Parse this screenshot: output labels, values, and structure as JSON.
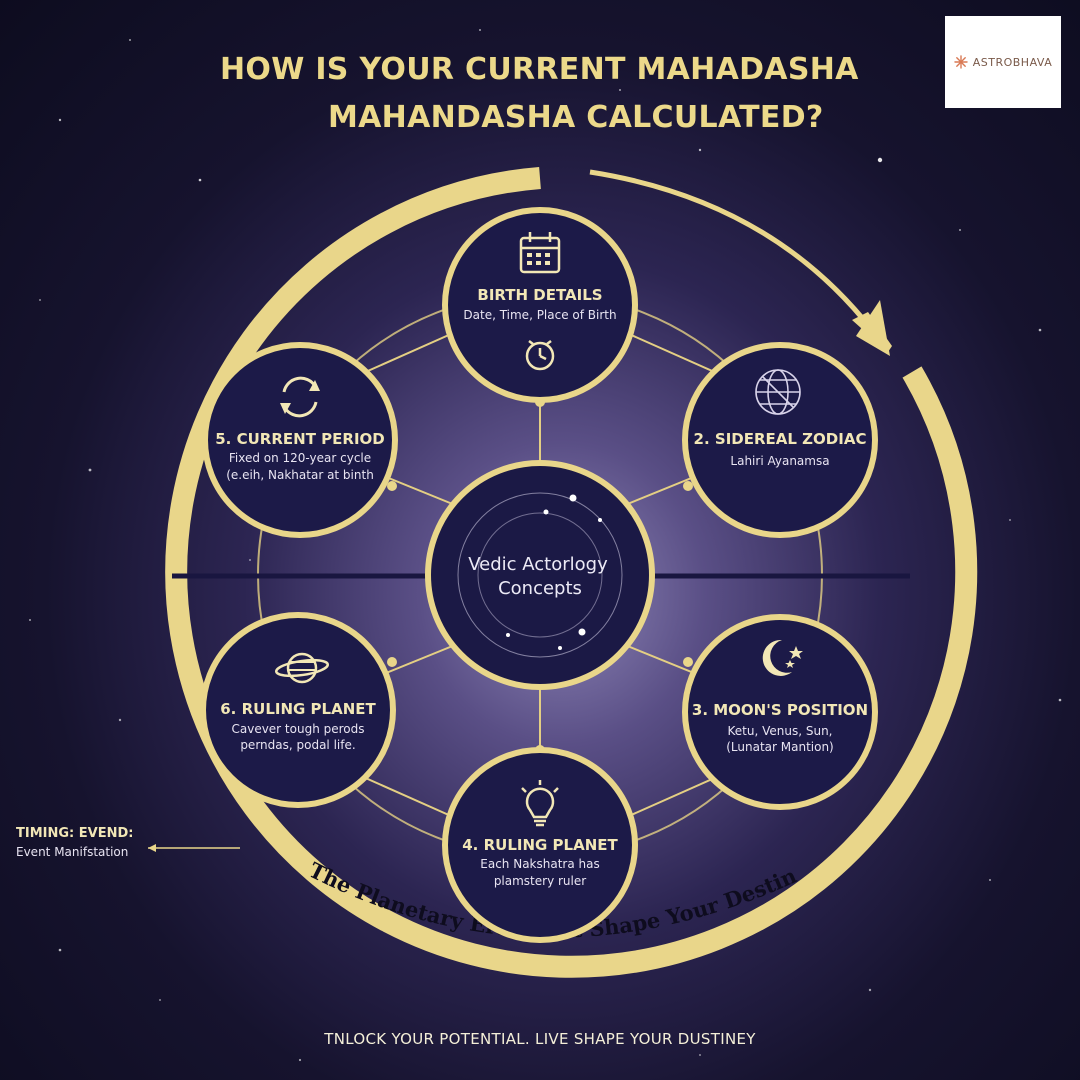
{
  "brand": {
    "logo_text": "ASTROBHAVA"
  },
  "header": {
    "title_line1": "HOW IS YOUR CURRENT MAHADASHA",
    "title_line2": "MAHANDASHA CALCULATED?"
  },
  "center": {
    "line1": "Vedic Actorlogy",
    "line2": "Concepts"
  },
  "nodes": [
    {
      "title": "BIRTH DETAILS",
      "lines": [
        "Date, Time, Place of Birth"
      ],
      "icons": [
        "calendar-icon",
        "clock-icon"
      ]
    },
    {
      "title": "2. SIDEREAL ZODIAC",
      "lines": [
        "Lahiri Ayanamsa"
      ],
      "icons": [
        "globe-icon"
      ]
    },
    {
      "title": "3. MOON'S POSITION",
      "lines": [
        "Ketu, Venus, Sun,",
        "(Lunatar Mantion)"
      ],
      "icons": [
        "moon-stars-icon"
      ]
    },
    {
      "title": "4. RULING PLANET",
      "lines": [
        "Each Nakshatra has",
        "plamstery ruler"
      ],
      "icons": [
        "lightbulb-icon"
      ]
    },
    {
      "title": "6. RULING PLANET",
      "lines": [
        "Cavever tough perods",
        "perndas, podal life."
      ],
      "icons": [
        "saturn-icon"
      ]
    },
    {
      "title": "5. CURRENT PERIOD",
      "lines": [
        "Fixed on 120-year cycle",
        "(e.eih, Nakhatar at binth"
      ],
      "icons": [
        "cycle-arrows-icon"
      ]
    }
  ],
  "arc_text": "The Planetary Eras That Shape Your Destiny",
  "timing": {
    "title": "TIMING: EVEND:",
    "subtitle": "Event Manifstation"
  },
  "footer": "TNLOCK YOUR POTENTIAL. LIVE SHAPE YOUR DUSTINEY",
  "colors": {
    "gold": "#e9d68a",
    "navy": "#1c1a48",
    "title": "#ecd98a"
  }
}
